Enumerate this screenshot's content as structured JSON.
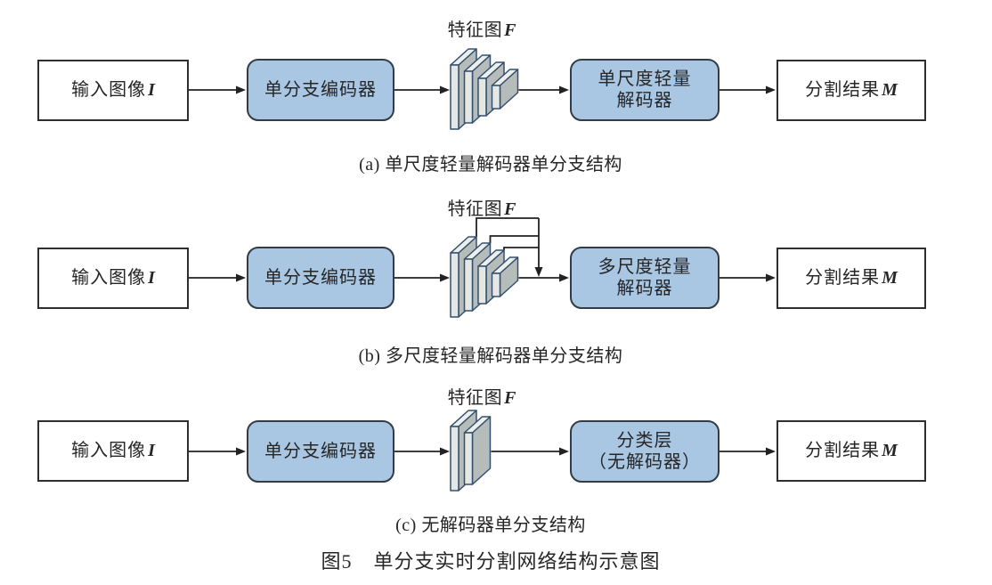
{
  "figure_caption": {
    "prefix": "图5",
    "title": "单分支实时分割网络结构示意图"
  },
  "colors": {
    "node_fill_blue": "#a9c6e3",
    "node_border_blue": "#313c46",
    "node_fill_white": "#ffffff",
    "node_border_dark": "#2e2e2e",
    "line_color": "#222222",
    "slab_front": "#e4e7e4",
    "slab_top": "#edefed",
    "slab_side": "#b5bcba",
    "slab_outline": "#34506e"
  },
  "rows": [
    {
      "id": "a",
      "input_label": "输入图像",
      "input_var": "I",
      "encoder_label": "单分支编码器",
      "feature_label": "特征图",
      "feature_var": "F",
      "decoder_line1": "单尺度轻量",
      "decoder_line2": "解码器",
      "output_label": "分割结果",
      "output_var": "M",
      "caption": "(a) 单尺度轻量解码器单分支结构",
      "feature_map_count": 4,
      "multiscale_connections": false
    },
    {
      "id": "b",
      "input_label": "输入图像",
      "input_var": "I",
      "encoder_label": "单分支编码器",
      "feature_label": "特征图",
      "feature_var": "F",
      "decoder_line1": "多尺度轻量",
      "decoder_line2": "解码器",
      "output_label": "分割结果",
      "output_var": "M",
      "caption": "(b) 多尺度轻量解码器单分支结构",
      "feature_map_count": 4,
      "multiscale_connections": true
    },
    {
      "id": "c",
      "input_label": "输入图像",
      "input_var": "I",
      "encoder_label": "单分支编码器",
      "feature_label": "特征图",
      "feature_var": "F",
      "decoder_line1": "分类层",
      "decoder_line2": "（无解码器）",
      "output_label": "分割结果",
      "output_var": "M",
      "caption": "(c) 无解码器单分支结构",
      "feature_map_count": 2,
      "multiscale_connections": false
    }
  ]
}
